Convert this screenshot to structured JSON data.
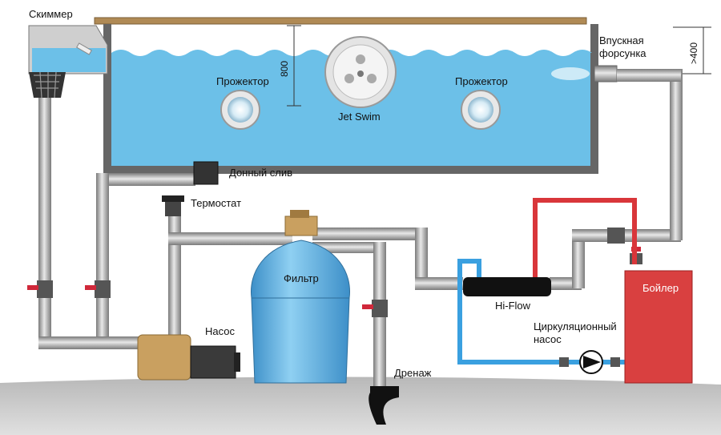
{
  "labels": {
    "skimmer": "Скиммер",
    "inlet_nozzle_line1": "Впускная",
    "inlet_nozzle_line2": "форсунка",
    "spotlight_left": "Прожектор",
    "spotlight_right": "Прожектор",
    "jet_swim": "Jet Swim",
    "bottom_drain": "Донный слив",
    "thermostat": "Термостат",
    "filter": "Фильтр",
    "pump": "Насос",
    "heat_exchanger": "Hi-Flow",
    "boiler": "Бойлер",
    "circ_pump_line1": "Циркуляционный",
    "circ_pump_line2": "насос",
    "drain": "Дренаж"
  },
  "dimensions": {
    "depth": "800",
    "nozzle_depth": ">400"
  },
  "colors": {
    "water": "#6cc0e8",
    "pool_wall": "#6e6e6e",
    "pipe": "#9a9a9a",
    "hot_pipe": "#d9363a",
    "cold_pipe": "#3aa0e0",
    "boiler": "#d94040",
    "filter": "#5aaee0",
    "pump_body": "#c9a060",
    "ground": "#c8c8c8",
    "valve_handle": "#d0283a"
  },
  "icons": [
    "valve-icon",
    "spotlight-icon",
    "jet-swim-icon",
    "pump-icon",
    "filter-icon",
    "boiler-icon"
  ]
}
